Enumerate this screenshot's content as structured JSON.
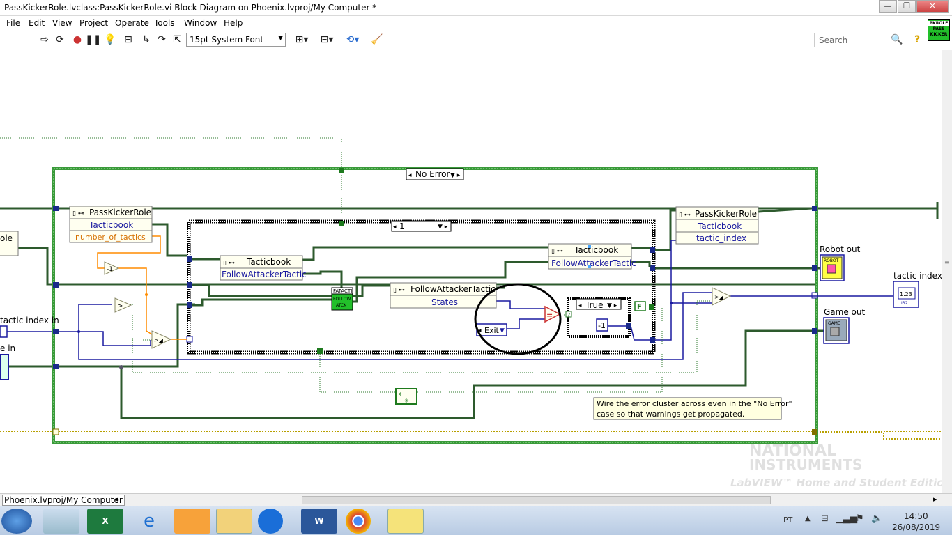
{
  "window": {
    "title": "PassKickerRole.lvclass:PassKickerRole.vi Block Diagram on Phoenix.lvproj/My Computer *",
    "controls": [
      "—",
      "❐",
      "✕"
    ]
  },
  "menu": [
    "File",
    "Edit",
    "View",
    "Project",
    "Operate",
    "Tools",
    "Window",
    "Help"
  ],
  "toolbar": {
    "font": "15pt System Font",
    "search_placeholder": "Search",
    "vi_icon": [
      "PKROLE",
      "PASS",
      "KICKER"
    ]
  },
  "diagram": {
    "outer_case_selector": "No Error",
    "inner_case_selector": "1",
    "true_case_selector": "True",
    "bool_constant": "F",
    "numeric_constant": "-1",
    "exit_enum": "Exit",
    "decrement_label": "-1",
    "follow_subvi": [
      "FATACTI",
      "FOLLOW",
      "ATCK"
    ],
    "nodes": {
      "pkr_left_title": "PassKickerRole",
      "pkr_left_f1": "Tacticbook",
      "pkr_left_f2": "number_of_tactics",
      "tb_left_title": "Tacticbook",
      "tb_left_f1": "FollowAttackerTactic",
      "tb_right_title": "Tacticbook",
      "tb_right_f1": "FollowAttackerTactic",
      "fat_title": "FollowAttackerTactic",
      "fat_f1": "States",
      "pkr_right_title": "PassKickerRole",
      "pkr_right_f1": "Tacticbook",
      "pkr_right_f2": "tactic_index"
    },
    "left_labels": [
      "ole",
      "tactic index in",
      "e in"
    ],
    "right_labels": {
      "robot_out": "Robot out",
      "tactic_index": "tactic index",
      "game_out": "Game out"
    },
    "indicator_text": {
      "robot": "ROBOT",
      "game": "GAME",
      "num": "1.23",
      "dbl": "I32"
    },
    "comment": "Wire the error cluster across even in the \"No Error\" case so that warnings get propagated.",
    "watermark": {
      "line1": "NATIONAL",
      "line2": "INSTRUMENTS",
      "line3": "LabVIEW™ Home and Student Edition"
    }
  },
  "statusbar": {
    "project": "Phoenix.lvproj/My Computer"
  },
  "taskbar": {
    "lang": "PT",
    "time": "14:50",
    "date": "26/08/2019"
  },
  "colors": {
    "case_green": "#1e7a1e",
    "wire_blue": "#1a1aa0",
    "wire_green": "#2d5a2d",
    "wire_orange": "#ff8c00",
    "node_bg": "#fffff0",
    "circle": "#000000"
  }
}
